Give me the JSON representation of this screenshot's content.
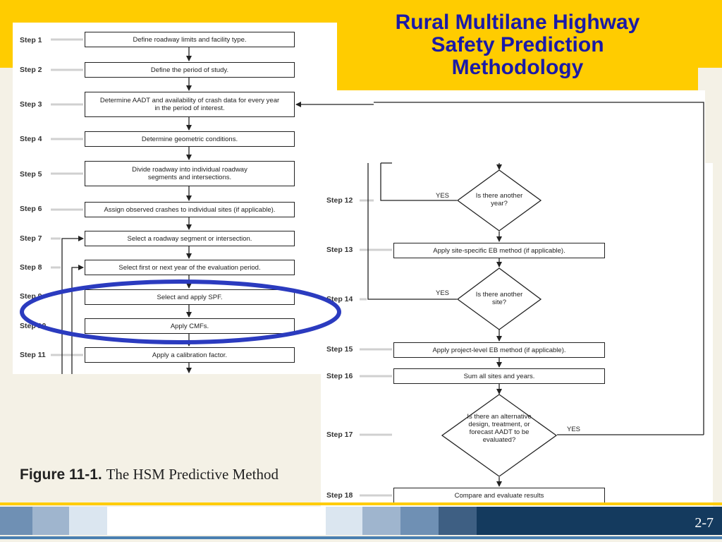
{
  "title": "Rural Multilane Highway Safety Prediction Methodology",
  "caption": {
    "figure_number": "Figure 11-1.",
    "figure_title": "The HSM Predictive Method"
  },
  "page_number": "2-7",
  "colors": {
    "title_text": "#1a1aa8",
    "title_background": "#ffcc00",
    "highlight_ellipse": "#2b3bbf",
    "footer_dark": "#143a5e"
  },
  "left_steps": [
    {
      "label": "Step 1",
      "text": "Define roadway limits and facility type."
    },
    {
      "label": "Step 2",
      "text": "Define the period of study."
    },
    {
      "label": "Step 3",
      "text": "Determine AADT and availability of crash data for every year in the period of interest."
    },
    {
      "label": "Step 4",
      "text": "Determine geometric conditions."
    },
    {
      "label": "Step 5",
      "text": "Divide roadway into individual roadway segments and intersections."
    },
    {
      "label": "Step 6",
      "text": "Assign observed crashes to individual sites (if applicable)."
    },
    {
      "label": "Step 7",
      "text": "Select a roadway segment or intersection."
    },
    {
      "label": "Step 8",
      "text": "Select first or next year of the evaluation period."
    },
    {
      "label": "Step 9",
      "text": "Select and apply SPF."
    },
    {
      "label": "Step 10",
      "text": "Apply CMFs."
    },
    {
      "label": "Step 11",
      "text": "Apply a calibration factor."
    }
  ],
  "right_steps": {
    "step12": {
      "label": "Step 12",
      "question": "Is there another year?",
      "yes": "YES"
    },
    "step13": {
      "label": "Step 13",
      "text": "Apply site-specific EB method (if applicable)."
    },
    "step14": {
      "label": "Step 14",
      "question": "Is there another site?",
      "yes": "YES"
    },
    "step15": {
      "label": "Step 15",
      "text": "Apply project-level EB method (if applicable)."
    },
    "step16": {
      "label": "Step 16",
      "text": "Sum all sites and years."
    },
    "step17": {
      "label": "Step 17",
      "question": "Is there an alternative design, treatment, or forecast AADT to be evaluated?",
      "yes": "YES"
    },
    "step18": {
      "label": "Step 18",
      "text": "Compare and evaluate results"
    }
  }
}
